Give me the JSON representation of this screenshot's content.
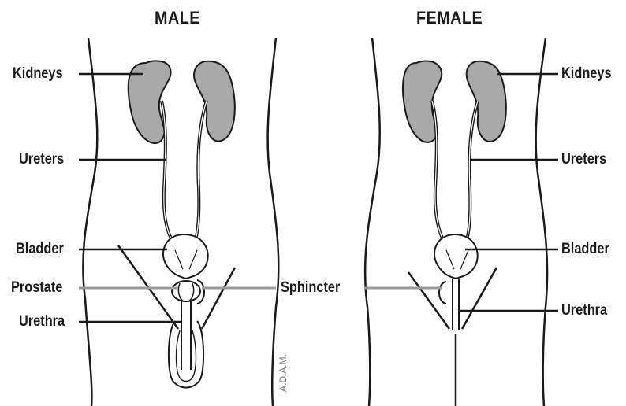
{
  "titles": {
    "male": "MALE",
    "female": "FEMALE"
  },
  "male_labels": {
    "kidneys": "Kidneys",
    "ureters": "Ureters",
    "bladder": "Bladder",
    "prostate": "Prostate",
    "urethra": "Urethra"
  },
  "center_label": {
    "sphincter": "Sphincter"
  },
  "female_labels": {
    "kidneys": "Kidneys",
    "ureters": "Ureters",
    "bladder": "Bladder",
    "urethra": "Urethra"
  },
  "stamp": "A.D.A.M.",
  "colors": {
    "kidney_fill": "#a9a9a9",
    "line": "#1a1a1a",
    "sphincter_line": "#9a9a9a",
    "background": "#ffffff"
  }
}
